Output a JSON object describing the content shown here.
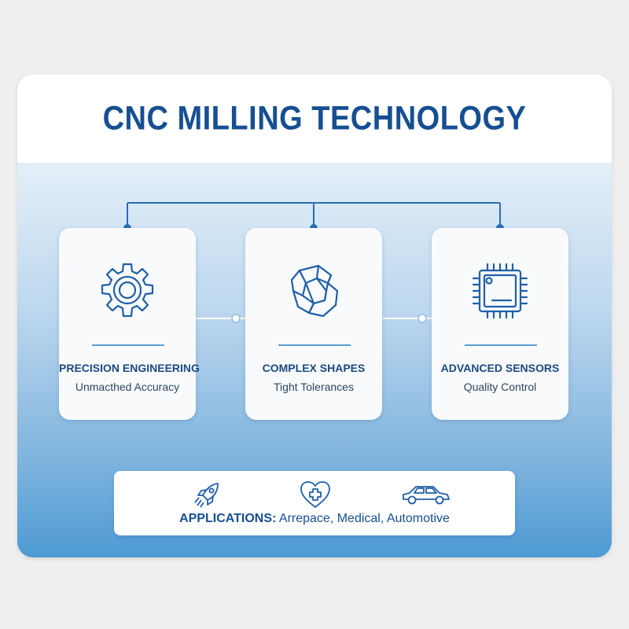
{
  "title": "CNC MILLING TECHNOLOGY",
  "cards": [
    {
      "icon": "gear-icon",
      "label": "PRECISION ENGINEERING",
      "subtitle": "Unmacthed Accuracy"
    },
    {
      "icon": "interlocking-shape-icon",
      "label": "COMPLEX SHAPES",
      "subtitle": "Tight Tolerances"
    },
    {
      "icon": "microchip-icon",
      "label": "ADVANCED SENSORS",
      "subtitle": "Quality Control"
    }
  ],
  "applications": {
    "label": "APPLICATIONS:",
    "items_text": "Arrepace, Medical, Automotive",
    "icons": [
      "rocket-icon",
      "heart-cross-icon",
      "car-icon"
    ]
  },
  "colors": {
    "title": "#164f92",
    "accent_line": "#5aa0d8",
    "connector": "#2a6db5",
    "band_top": "#e4eff8",
    "band_bottom": "#3f92d1"
  }
}
